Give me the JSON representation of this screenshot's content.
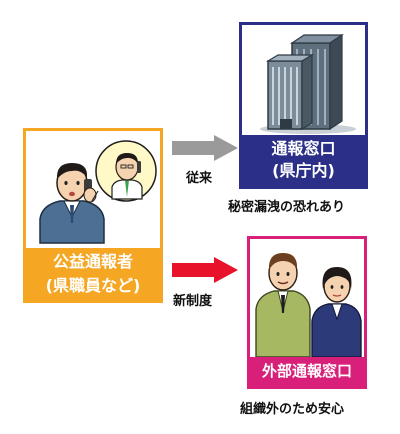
{
  "left_box": {
    "label_line1": "公益通報者",
    "label_line2": "(県職員など)",
    "color": "#f5a623"
  },
  "top_box": {
    "label_line1": "通報窓口",
    "label_line2": "(県庁内)",
    "color": "#2b2f87",
    "caption": "秘密漏洩の恐れあり"
  },
  "bottom_box": {
    "label": "外部通報窓口",
    "color": "#d81f7a",
    "caption": "組織外のため安心"
  },
  "arrows": {
    "top_label": "従来",
    "top_color": "#9a9a9a",
    "bottom_label": "新制度",
    "bottom_color": "#e8132a"
  },
  "icons": [
    "office-building-icon",
    "person-on-phone-icon",
    "phone-receiver-icon",
    "two-staff-people-icon"
  ]
}
